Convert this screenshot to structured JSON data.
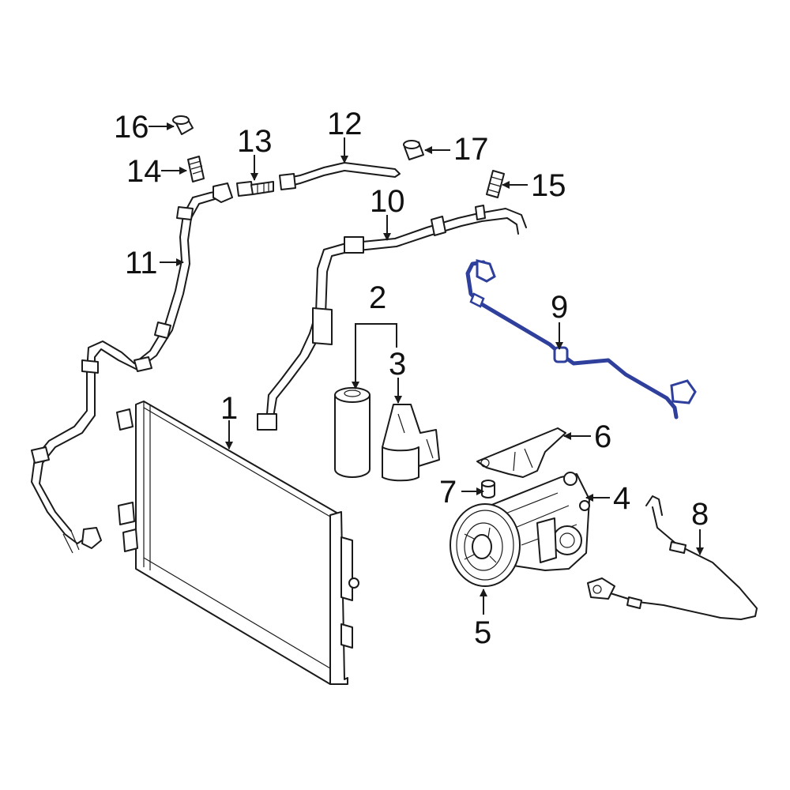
{
  "colors": {
    "line": "#1a1a1a",
    "highlight": "#2f3f9c",
    "background": "#ffffff"
  },
  "callouts": {
    "c1": "1",
    "c2": "2",
    "c3": "3",
    "c4": "4",
    "c5": "5",
    "c6": "6",
    "c7": "7",
    "c8": "8",
    "c9": "9",
    "c10": "10",
    "c11": "11",
    "c12": "12",
    "c13": "13",
    "c14": "14",
    "c15": "15",
    "c16": "16",
    "c17": "17"
  }
}
